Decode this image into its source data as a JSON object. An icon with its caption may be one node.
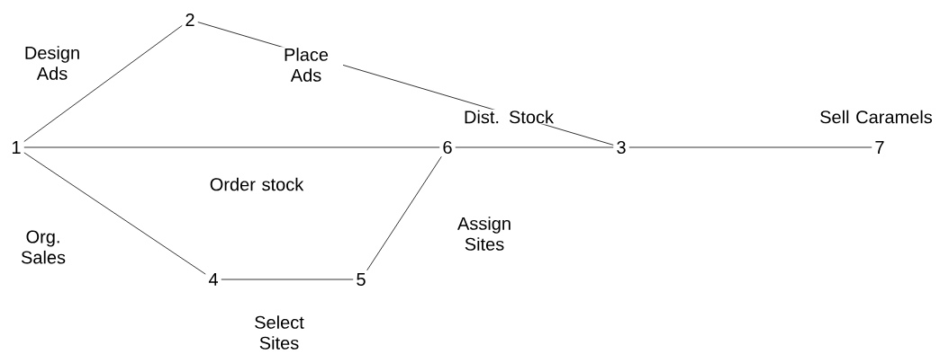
{
  "diagram": {
    "nodes": [
      {
        "text": [
          "1"
        ]
      },
      {
        "text": [
          "2"
        ]
      },
      {
        "text": [
          "3"
        ]
      },
      {
        "text": [
          "4"
        ]
      },
      {
        "text": [
          "5"
        ]
      },
      {
        "text": [
          "6"
        ]
      },
      {
        "text": [
          "7"
        ]
      }
    ],
    "edges": [
      {
        "from": 0,
        "to": 1,
        "arrow": "none",
        "label": "Design Ads"
      },
      {
        "from": 1,
        "to": 2,
        "arrow": "none",
        "label": "Place Ads"
      },
      {
        "from": 0,
        "to": 5,
        "arrow": "none",
        "label": "Order stock"
      },
      {
        "from": 5,
        "to": 2,
        "arrow": "none",
        "label": "Dist. Stock"
      },
      {
        "from": 2,
        "to": 6,
        "arrow": "none",
        "label": "Sell Caramels"
      },
      {
        "from": 0,
        "to": 3,
        "arrow": "none",
        "label": "Org. Sales"
      },
      {
        "from": 3,
        "to": 4,
        "arrow": "none",
        "label": "Select Sites"
      },
      {
        "from": 4,
        "to": 5,
        "arrow": "none",
        "label": "Assign Sites"
      }
    ]
  }
}
